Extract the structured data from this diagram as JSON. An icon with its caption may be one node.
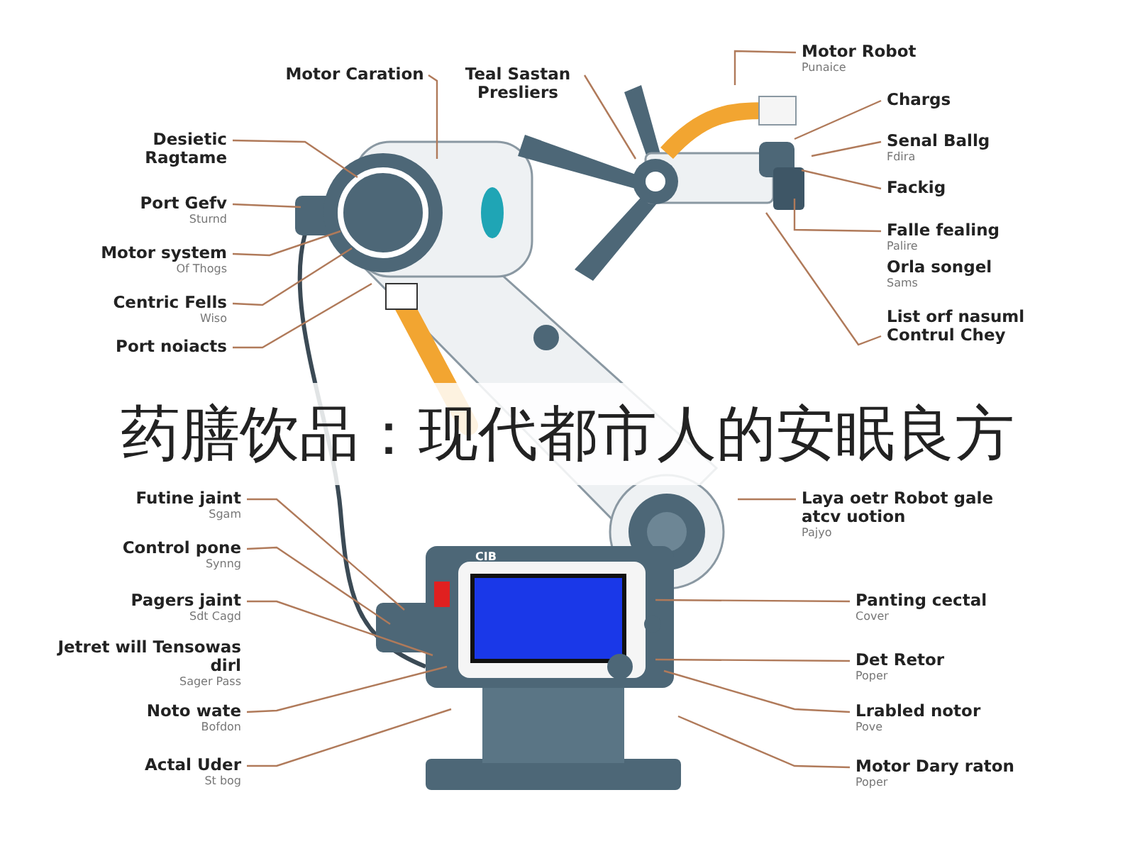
{
  "diagram": {
    "title": "药膳饮品：现代都市人的安眠良方",
    "nodes": [
      {
        "text": [
          "Motor Caration"
        ]
      },
      {
        "text": [
          "Teal Sastan Presliers"
        ]
      },
      {
        "text": [
          "Motor Robot",
          "Punaice"
        ]
      },
      {
        "text": [
          "Chargs"
        ]
      },
      {
        "text": [
          "Senal Ballg",
          "Fdira"
        ]
      },
      {
        "text": [
          "Fackig"
        ]
      },
      {
        "text": [
          "Falle fealing",
          "Palire"
        ]
      },
      {
        "text": [
          "Orla songel",
          "Sams"
        ]
      },
      {
        "text": [
          "List orf nasuml Contrul Chey"
        ]
      },
      {
        "text": [
          "Desietic Ragtame"
        ]
      },
      {
        "text": [
          "Port Gefv",
          "Sturnd"
        ]
      },
      {
        "text": [
          "Motor system",
          "Of Thogs"
        ]
      },
      {
        "text": [
          "Centric Fells",
          "Wiso"
        ]
      },
      {
        "text": [
          "Port noiacts"
        ]
      },
      {
        "text": [
          "Laya oetr Robot gale atcv uotion",
          "Pajyo"
        ]
      },
      {
        "text": [
          "Futine jaint",
          "Sgam"
        ]
      },
      {
        "text": [
          "Control pone",
          "Synng"
        ]
      },
      {
        "text": [
          "Pagers jaint",
          "Sdt Cagd"
        ]
      },
      {
        "text": [
          "Jetret will Tensowas dirl",
          "Sager Pass"
        ]
      },
      {
        "text": [
          "Noto wate",
          "Bofdon"
        ]
      },
      {
        "text": [
          "Actal Uder",
          "St bog"
        ]
      },
      {
        "text": [
          "Panting cectal",
          "Cover"
        ]
      },
      {
        "text": [
          "Det Retor",
          "Poper"
        ]
      },
      {
        "text": [
          "Lrabled notor",
          "Pove"
        ]
      },
      {
        "text": [
          "Motor Dary raton",
          "Poper"
        ]
      }
    ],
    "edges": [
      {
        "from": 0,
        "to": null,
        "arrow": "none"
      },
      {
        "from": 1,
        "to": null,
        "arrow": "none"
      },
      {
        "from": 2,
        "to": null,
        "arrow": "none"
      },
      {
        "from": 3,
        "to": null,
        "arrow": "none"
      },
      {
        "from": 4,
        "to": null,
        "arrow": "none"
      },
      {
        "from": 5,
        "to": null,
        "arrow": "none"
      },
      {
        "from": 6,
        "to": null,
        "arrow": "none"
      },
      {
        "from": 8,
        "to": null,
        "arrow": "none"
      },
      {
        "from": 9,
        "to": null,
        "arrow": "none"
      },
      {
        "from": 10,
        "to": null,
        "arrow": "none"
      },
      {
        "from": 11,
        "to": null,
        "arrow": "none"
      },
      {
        "from": 12,
        "to": null,
        "arrow": "none"
      },
      {
        "from": 13,
        "to": null,
        "arrow": "none"
      },
      {
        "from": 14,
        "to": null,
        "arrow": "none"
      },
      {
        "from": 15,
        "to": null,
        "arrow": "none"
      },
      {
        "from": 16,
        "to": null,
        "arrow": "none"
      },
      {
        "from": 17,
        "to": null,
        "arrow": "none"
      },
      {
        "from": 19,
        "to": null,
        "arrow": "none"
      },
      {
        "from": 20,
        "to": null,
        "arrow": "none"
      },
      {
        "from": 21,
        "to": null,
        "arrow": "none"
      },
      {
        "from": 22,
        "to": null,
        "arrow": "none"
      },
      {
        "from": 23,
        "to": null,
        "arrow": "none"
      },
      {
        "from": 24,
        "to": null,
        "arrow": "none"
      }
    ],
    "labels": [
      "CIB"
    ]
  }
}
